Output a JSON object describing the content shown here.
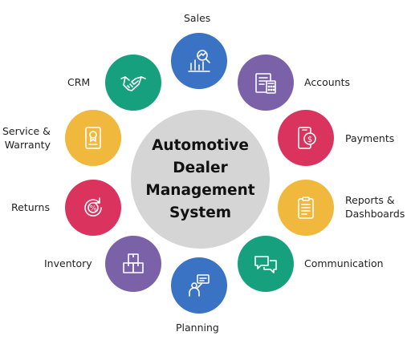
{
  "hub": {
    "title_lines": [
      "Automotive",
      "Dealer",
      "Management",
      "System"
    ]
  },
  "nodes": [
    {
      "id": "sales",
      "label": [
        "Sales"
      ],
      "color": "#3a72c4",
      "icon": "bar-chart-magnifier-icon"
    },
    {
      "id": "accounts",
      "label": [
        "Accounts"
      ],
      "color": "#7a61a8",
      "icon": "ledger-calculator-icon"
    },
    {
      "id": "payments",
      "label": [
        "Payments"
      ],
      "color": "#d9335e",
      "icon": "mobile-payment-icon"
    },
    {
      "id": "reports",
      "label": [
        "Reports &",
        "Dashboards"
      ],
      "color": "#f0b93d",
      "icon": "clipboard-report-icon"
    },
    {
      "id": "communication",
      "label": [
        "Communication"
      ],
      "color": "#17a07e",
      "icon": "chat-bubbles-icon"
    },
    {
      "id": "planning",
      "label": [
        "Planning"
      ],
      "color": "#3a72c4",
      "icon": "planning-person-icon"
    },
    {
      "id": "inventory",
      "label": [
        "Inventory"
      ],
      "color": "#7a61a8",
      "icon": "boxes-icon"
    },
    {
      "id": "returns",
      "label": [
        "Returns"
      ],
      "color": "#d9335e",
      "icon": "percent-return-icon"
    },
    {
      "id": "service",
      "label": [
        "Service &",
        "Warranty"
      ],
      "color": "#f0b93d",
      "icon": "certificate-icon"
    },
    {
      "id": "crm",
      "label": [
        "CRM"
      ],
      "color": "#17a07e",
      "icon": "handshake-icon"
    }
  ]
}
